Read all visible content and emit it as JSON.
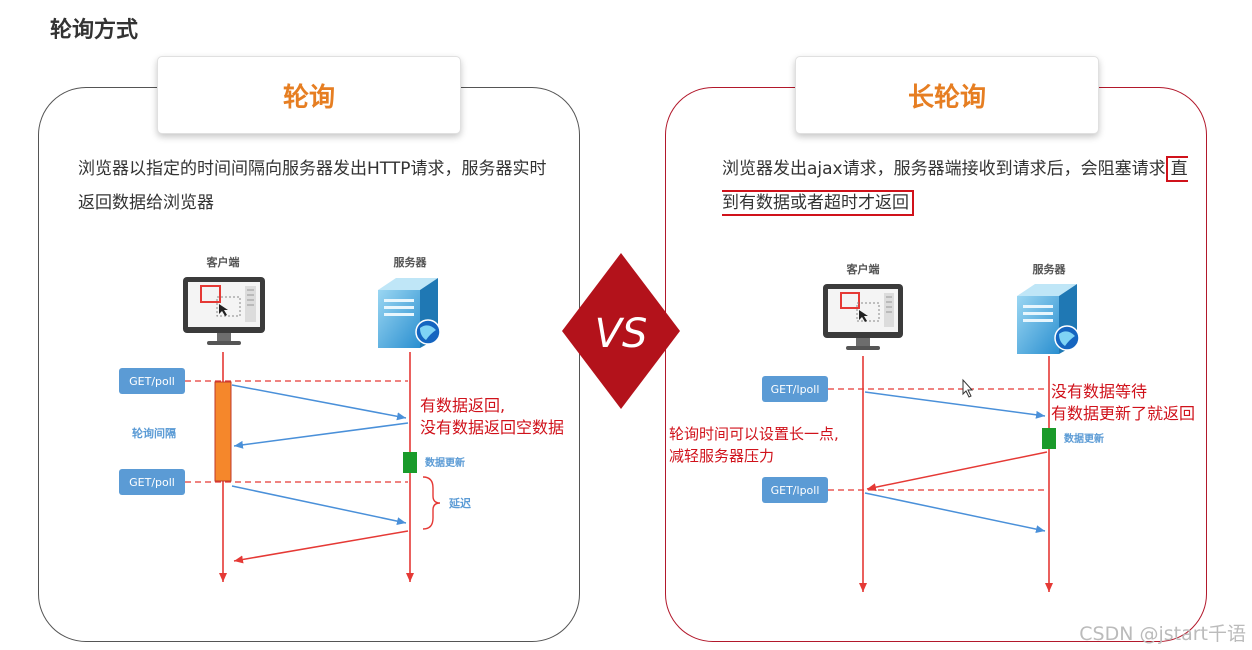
{
  "page": {
    "title": "轮询方式",
    "watermark": "CSDN @jstart千语"
  },
  "left": {
    "header": "轮询",
    "description": "浏览器以指定的时间间隔向服务器发出HTTP请求，服务器实时返回数据给浏览器",
    "client_label": "客户端",
    "server_label": "服务器",
    "request_label_1": "GET/poll",
    "request_label_2": "GET/poll",
    "interval_label": "轮询间隔",
    "note_line1": "有数据返回,",
    "note_line2": "没有数据返回空数据",
    "update_label": "数据更新",
    "delay_label": "延迟"
  },
  "right": {
    "header": "长轮询",
    "description_plain": "浏览器发出ajax请求，服务器端接收到请求后，会阻塞请求",
    "description_boxed": "直到有数据或者超时才返回",
    "client_label": "客户端",
    "server_label": "服务器",
    "request_label_1": "GET/lpoll",
    "request_label_2": "GET/lpoll",
    "note_line1": "没有数据等待",
    "note_line2": "有数据更新了就返回",
    "update_label": "数据更新",
    "side_note_line1": "轮询时间可以设置长一点,",
    "side_note_line2": "减轻服务器压力"
  },
  "vs": {
    "label": "VS"
  },
  "colors": {
    "accent_orange": "#e67e22",
    "lifeline_red": "#e53935",
    "request_blue": "#4a90d9",
    "label_blue": "#5b9bd5",
    "note_red": "#d0121b",
    "update_green": "#1a9a2a",
    "vs_red": "#b3121b",
    "interval_orange": "#f5872b"
  }
}
